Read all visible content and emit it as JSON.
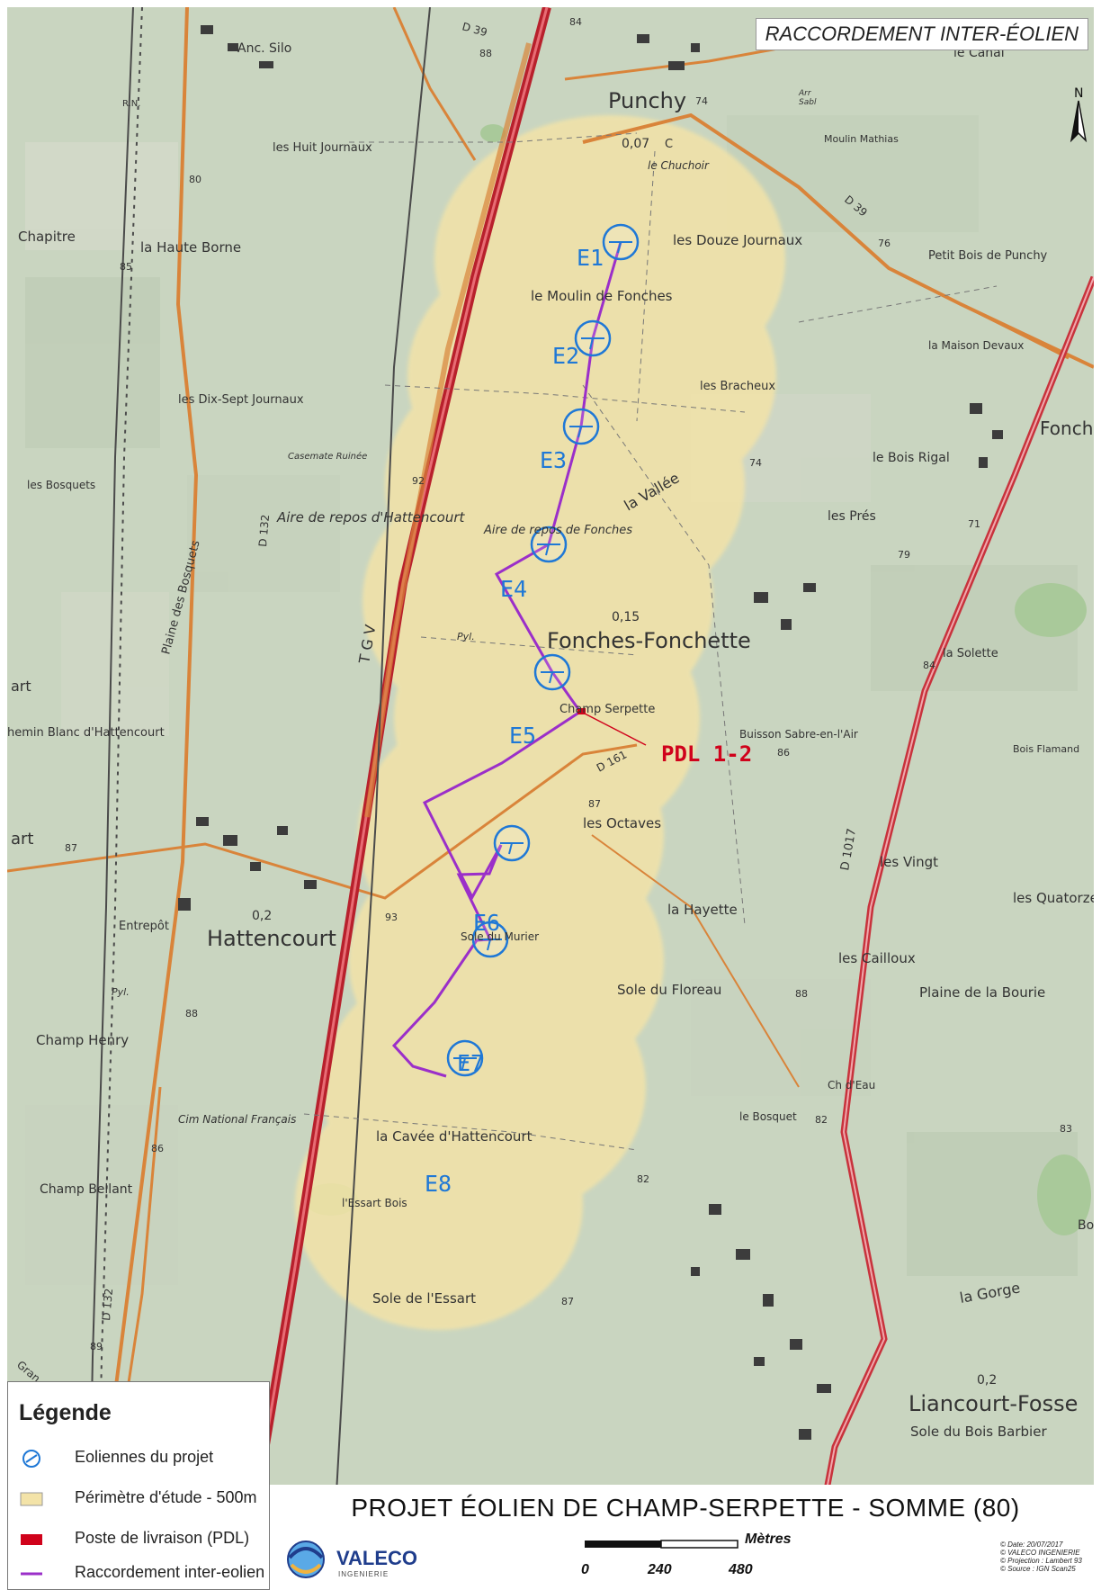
{
  "map": {
    "title": "RACCORDEMENT INTER-ÉOLIEN",
    "colors": {
      "base": "#c9d5c0",
      "study_area": "#f3e3a8",
      "connection": "#9b2fc9",
      "turbine": "#1f78d6",
      "pdl": "#d0021b",
      "railway": "#c8323c",
      "road": "#d9843a"
    },
    "turbines": [
      {
        "label": "E1"
      },
      {
        "label": "E2"
      },
      {
        "label": "E3"
      },
      {
        "label": "E4"
      },
      {
        "label": "E5"
      },
      {
        "label": "E6"
      },
      {
        "label": "E7"
      },
      {
        "label": "E8"
      }
    ],
    "pdl_label": "PDL 1-2",
    "north_label": "N",
    "place_names": {
      "anc_silo": "Anc. Silo",
      "punchy": "Punchy",
      "le_canal": "le Canal",
      "moulin_mathias": "Moulin Mathias",
      "huit_journaux": "les Huit Journaux",
      "le_chuchoir": "le Chuchoir",
      "chapitre": "Chapitre",
      "haute_borne": "la Haute Borne",
      "douze_journaux": "les Douze Journaux",
      "petit_bois_punchy": "Petit Bois de Punchy",
      "moulin_fonches": "le Moulin de Fonches",
      "maison_devaux": "la Maison Devaux",
      "dix_sept_journaux": "les Dix-Sept Journaux",
      "bracheux": "les Bracheux",
      "fonches": "Fonches",
      "casemate": "Casemate Ruinée",
      "les_bosquets": "les Bosquets",
      "bois_rigal": "le Bois Rigal",
      "la_vallee": "la Vallée",
      "aire_hattencourt": "Aire de repos d'Hattencourt",
      "aire_fonches": "Aire de repos de Fonches",
      "les_pres": "les Prés",
      "plaine_bosquets": "Plaine des Bosquets",
      "tgv": "T G V",
      "fonches_fonchette": "Fonches-Fonchette",
      "la_solette": "la Solette",
      "art": "art",
      "champ_serpette": "Champ Serpette",
      "chemin_blanc": "hemin Blanc d'Hattencourt",
      "buisson_sabre": "Buisson Sabre-en-l'Air",
      "bois_flamand": "Bois Flamand",
      "d161": "D 161",
      "les_octaves": "les Octaves",
      "art2": "art",
      "les_vingt": "les Vingt",
      "d1017": "D 1017",
      "les_quatorze": "les Quatorze",
      "la_hayette": "la Hayette",
      "entrepot": "Entrepôt",
      "hattencourt": "Hattencourt",
      "sole_murier": "Sole du Murier",
      "les_cailloux": "les Cailloux",
      "sole_floreau": "Sole du Floreau",
      "plaine_bourie": "Plaine de la Bourie",
      "champ_henry": "Champ Henry",
      "ch_eau": "Ch d'Eau",
      "cim_national": "Cim National Français",
      "le_bosquet": "le Bosquet",
      "cavee_hattencourt": "la Cavée d'Hattencourt",
      "champ_bellant": "Champ Bellant",
      "essart_bois": "l'Essart Bois",
      "sole_essart": "Sole de l'Essart",
      "la_gorge": "la Gorge",
      "d132": "D 132",
      "d132b": "D 132",
      "liancourt": "Liancourt-Fosse",
      "sole_bois_barbier": "Sole du Bois Barbier",
      "d39": "D 39",
      "d39b": "D 39",
      "n84": "84",
      "n88": "88",
      "n74": "74",
      "n80": "80",
      "n85": "85",
      "n92": "92",
      "n74b": "74",
      "n79": "79",
      "n84b": "84",
      "n86": "86",
      "n87": "87",
      "n93": "93",
      "n88b": "88",
      "n87b": "87",
      "n88c": "88",
      "n86b": "86",
      "n82": "82",
      "n83": "83",
      "n82b": "82",
      "n87c": "87",
      "n89": "89",
      "n76": "76",
      "n71": "71",
      "rn": "R.N.",
      "v007": "0,07",
      "v015": "0,15",
      "v02": "0,2",
      "v02b": "0,2",
      "c": "C",
      "pyl": "Pyl.",
      "pyl2": "Pyl.",
      "bo": "Bo",
      "grand": "Gran",
      "sabl": "Sabl",
      "arr": "Arr"
    }
  },
  "legend": {
    "title": "Légende",
    "items": [
      {
        "label": "Eoliennes du projet"
      },
      {
        "label": "Périmètre d'étude - 500m"
      },
      {
        "label": "Poste de livraison (PDL)"
      },
      {
        "label": "Raccordement inter-eolien"
      }
    ]
  },
  "footer": {
    "project_title": "PROJET ÉOLIEN DE CHAMP-SERPETTE - SOMME (80)",
    "logo_name": "VALECO",
    "logo_sub": "INGENIERIE",
    "scale_unit": "Mètres",
    "scale_ticks": [
      "0",
      "240",
      "480"
    ],
    "credits": [
      "© Date: 20/07/2017",
      "© VALECO INGENIERIE",
      "© Projection : Lambert 93",
      "© Source : IGN Scan25"
    ]
  }
}
